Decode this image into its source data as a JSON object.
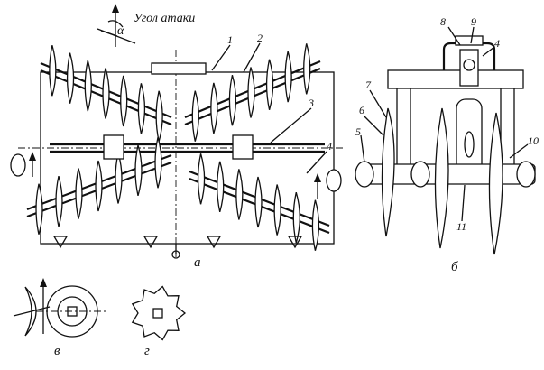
{
  "attack_angle_label": "Угол атаки",
  "angle_symbol": "α",
  "view_labels": {
    "a": "а",
    "b": "б",
    "v": "в",
    "g": "г"
  },
  "callouts": {
    "c1": "1",
    "c2": "2",
    "c3": "3",
    "c4a": "4",
    "c4b": "4",
    "c5": "5",
    "c6": "6",
    "c7": "7",
    "c8": "8",
    "c9": "9",
    "c10": "10",
    "c11": "11"
  },
  "colors": {
    "ink": "#111111",
    "paper": "#ffffff"
  }
}
